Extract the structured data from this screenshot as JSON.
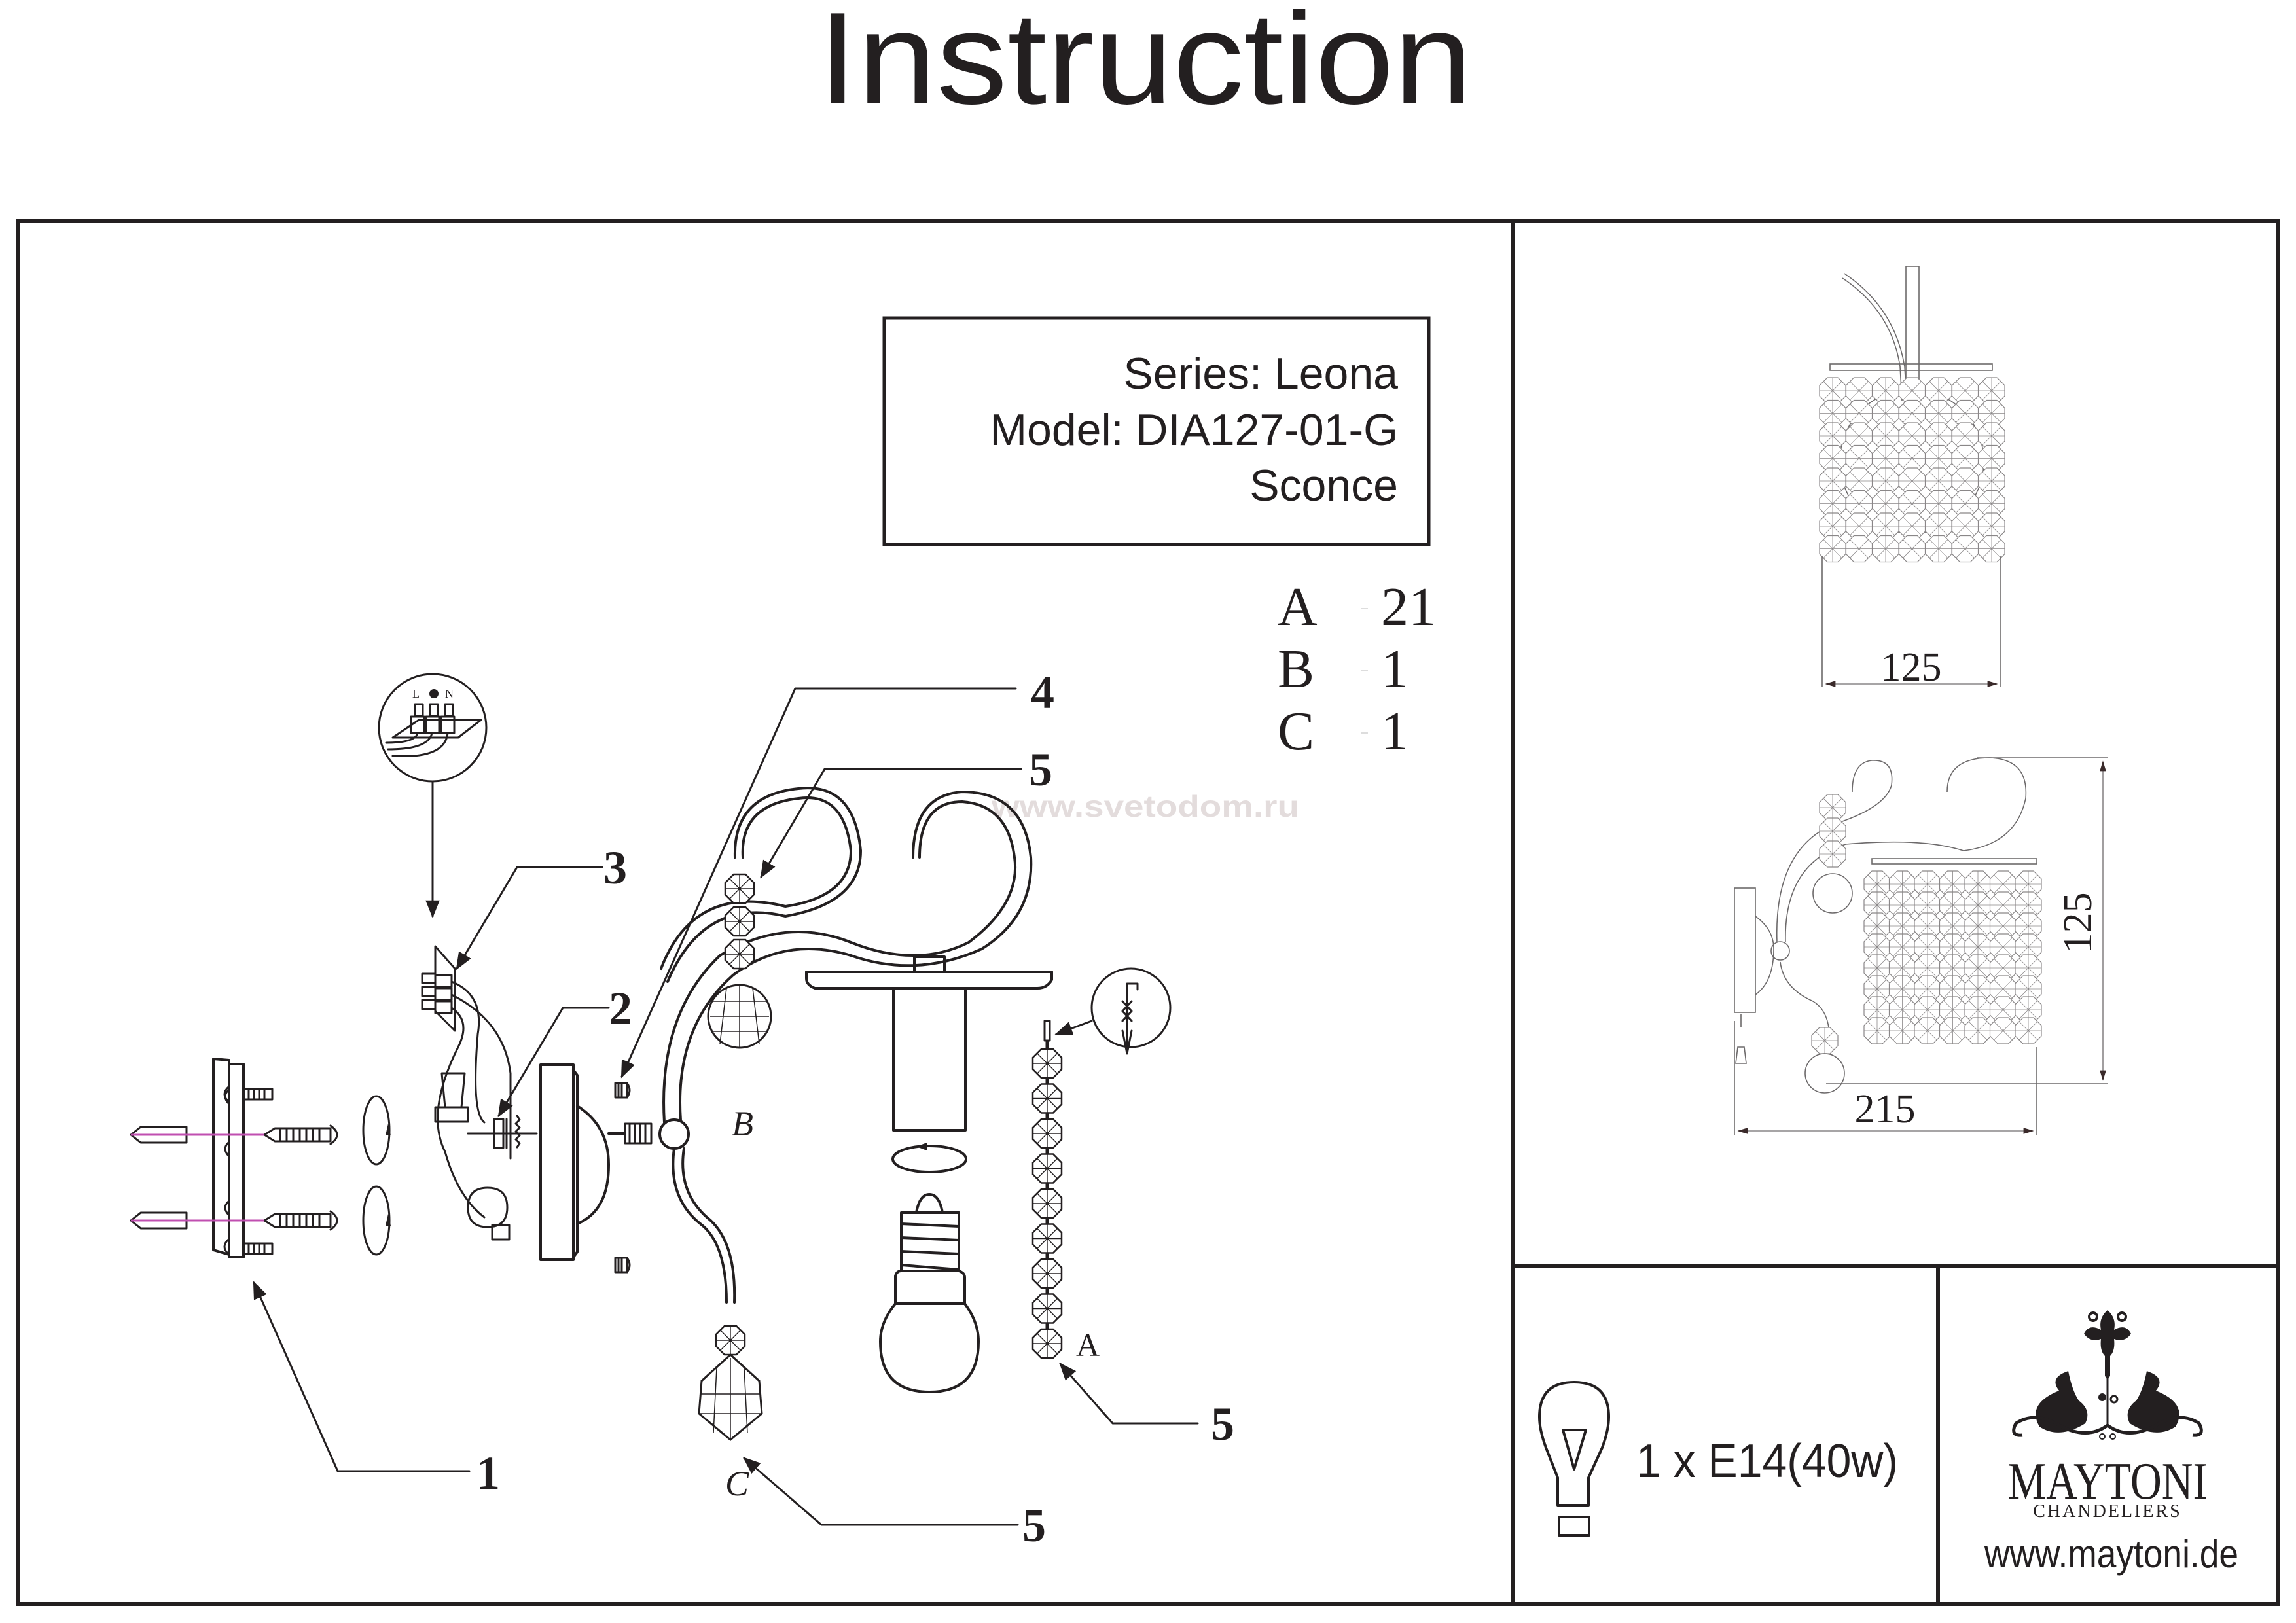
{
  "document": {
    "title": "Instruction"
  },
  "product_info": {
    "series": "Series: Leona",
    "model": "Model: DIA127-01-G",
    "type": "Sconce"
  },
  "parts_list": [
    {
      "letter": "A",
      "qty": "21"
    },
    {
      "letter": "B",
      "qty": "1"
    },
    {
      "letter": "C",
      "qty": "1"
    }
  ],
  "assembly": {
    "callouts": {
      "base_plate": "1",
      "nut": "2",
      "terminal_block": "3",
      "cap_nut": "4",
      "crystal_b": "5",
      "crystal_a": "5",
      "crystal_c": "5"
    },
    "crystal_labels": {
      "a": "A",
      "b": "B",
      "c": "C"
    },
    "wiring_labels": {
      "live": "L",
      "neutral": "N"
    }
  },
  "watermark": "www.svetodom.ru",
  "dimensions": {
    "top_view_width": "125",
    "side_view_height": "125",
    "side_view_depth": "215"
  },
  "lamp_spec": {
    "icon": "light-bulb-icon",
    "text": "1 x E14(40w)"
  },
  "brand": {
    "name": "MAYTONI",
    "tagline": "CHANDELIERS",
    "website": "www.maytoni.de"
  },
  "colors": {
    "ink": "#231f20",
    "guide_line": "#c04fb0",
    "watermark": "#e3dcdc"
  }
}
